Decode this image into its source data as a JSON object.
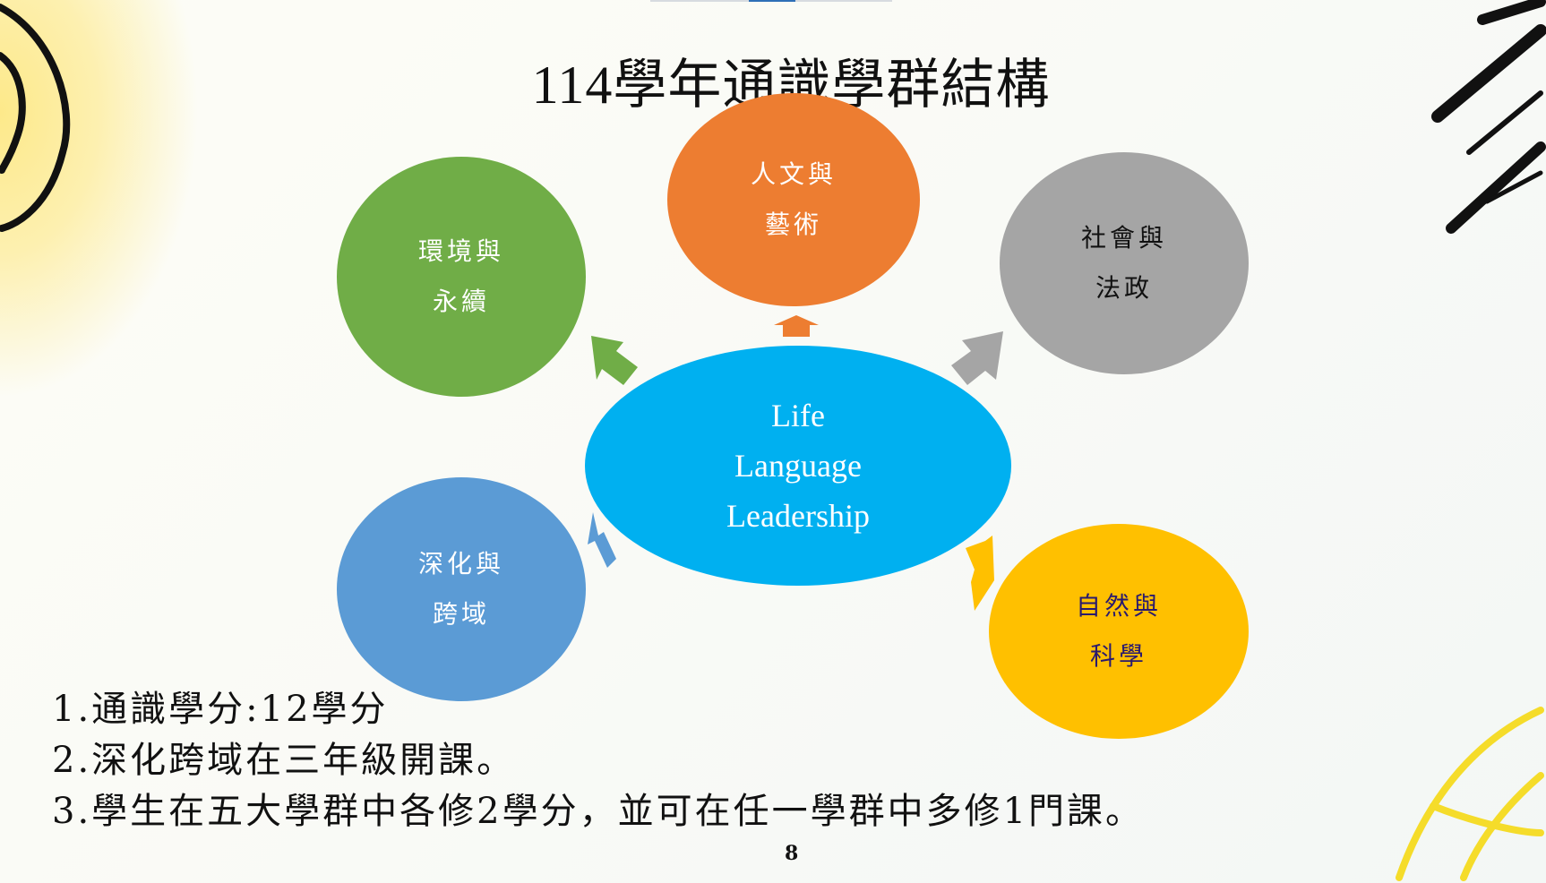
{
  "title": "114學年通識學群結構",
  "center": {
    "lines": [
      "Life",
      "Language",
      "Leadership"
    ],
    "color": "#00b0f0"
  },
  "groups": [
    {
      "id": "humanities",
      "lines": [
        "人文與",
        "藝術"
      ],
      "color": "#ed7d31",
      "text_color": "#ffffff"
    },
    {
      "id": "environment",
      "lines": [
        "環境與",
        "永續"
      ],
      "color": "#70ad47",
      "text_color": "#ffffff"
    },
    {
      "id": "society",
      "lines": [
        "社會與",
        "法政"
      ],
      "color": "#a5a5a5",
      "text_color": "#111111"
    },
    {
      "id": "interdisciplinary",
      "lines": [
        "深化與",
        "跨域"
      ],
      "color": "#5b9bd5",
      "text_color": "#ffffff"
    },
    {
      "id": "science",
      "lines": [
        "自然與",
        "科學"
      ],
      "color": "#ffc000",
      "text_color": "#2a1a6e"
    }
  ],
  "notes": [
    "1.通識學分:12學分",
    "2.深化跨域在三年級開課。",
    "3.學生在五大學群中各修2學分，並可在任一學群中多修1門課。"
  ],
  "page_number": "8"
}
